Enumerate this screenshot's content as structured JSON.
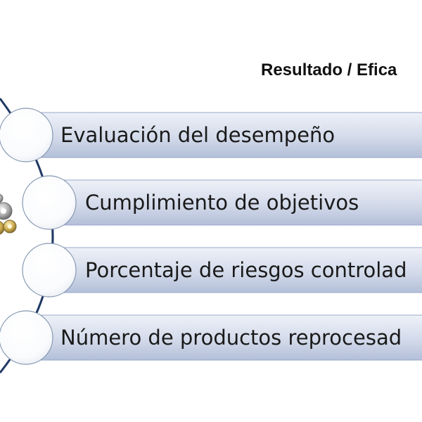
{
  "heading": "Resultado / Efica",
  "items": [
    {
      "label": "Evaluación del desempeño"
    },
    {
      "label": "Cumplimiento de objetivos"
    },
    {
      "label": "Porcentaje de riesgos controlad"
    },
    {
      "label": "Número de productos reprocesad"
    }
  ],
  "colors": {
    "arc": "#1f3864",
    "bar_top": "#eef1f8",
    "bar_bottom": "#b3bfd9",
    "bar_border": "#9aa8c9",
    "circle_border": "#8497b0"
  }
}
